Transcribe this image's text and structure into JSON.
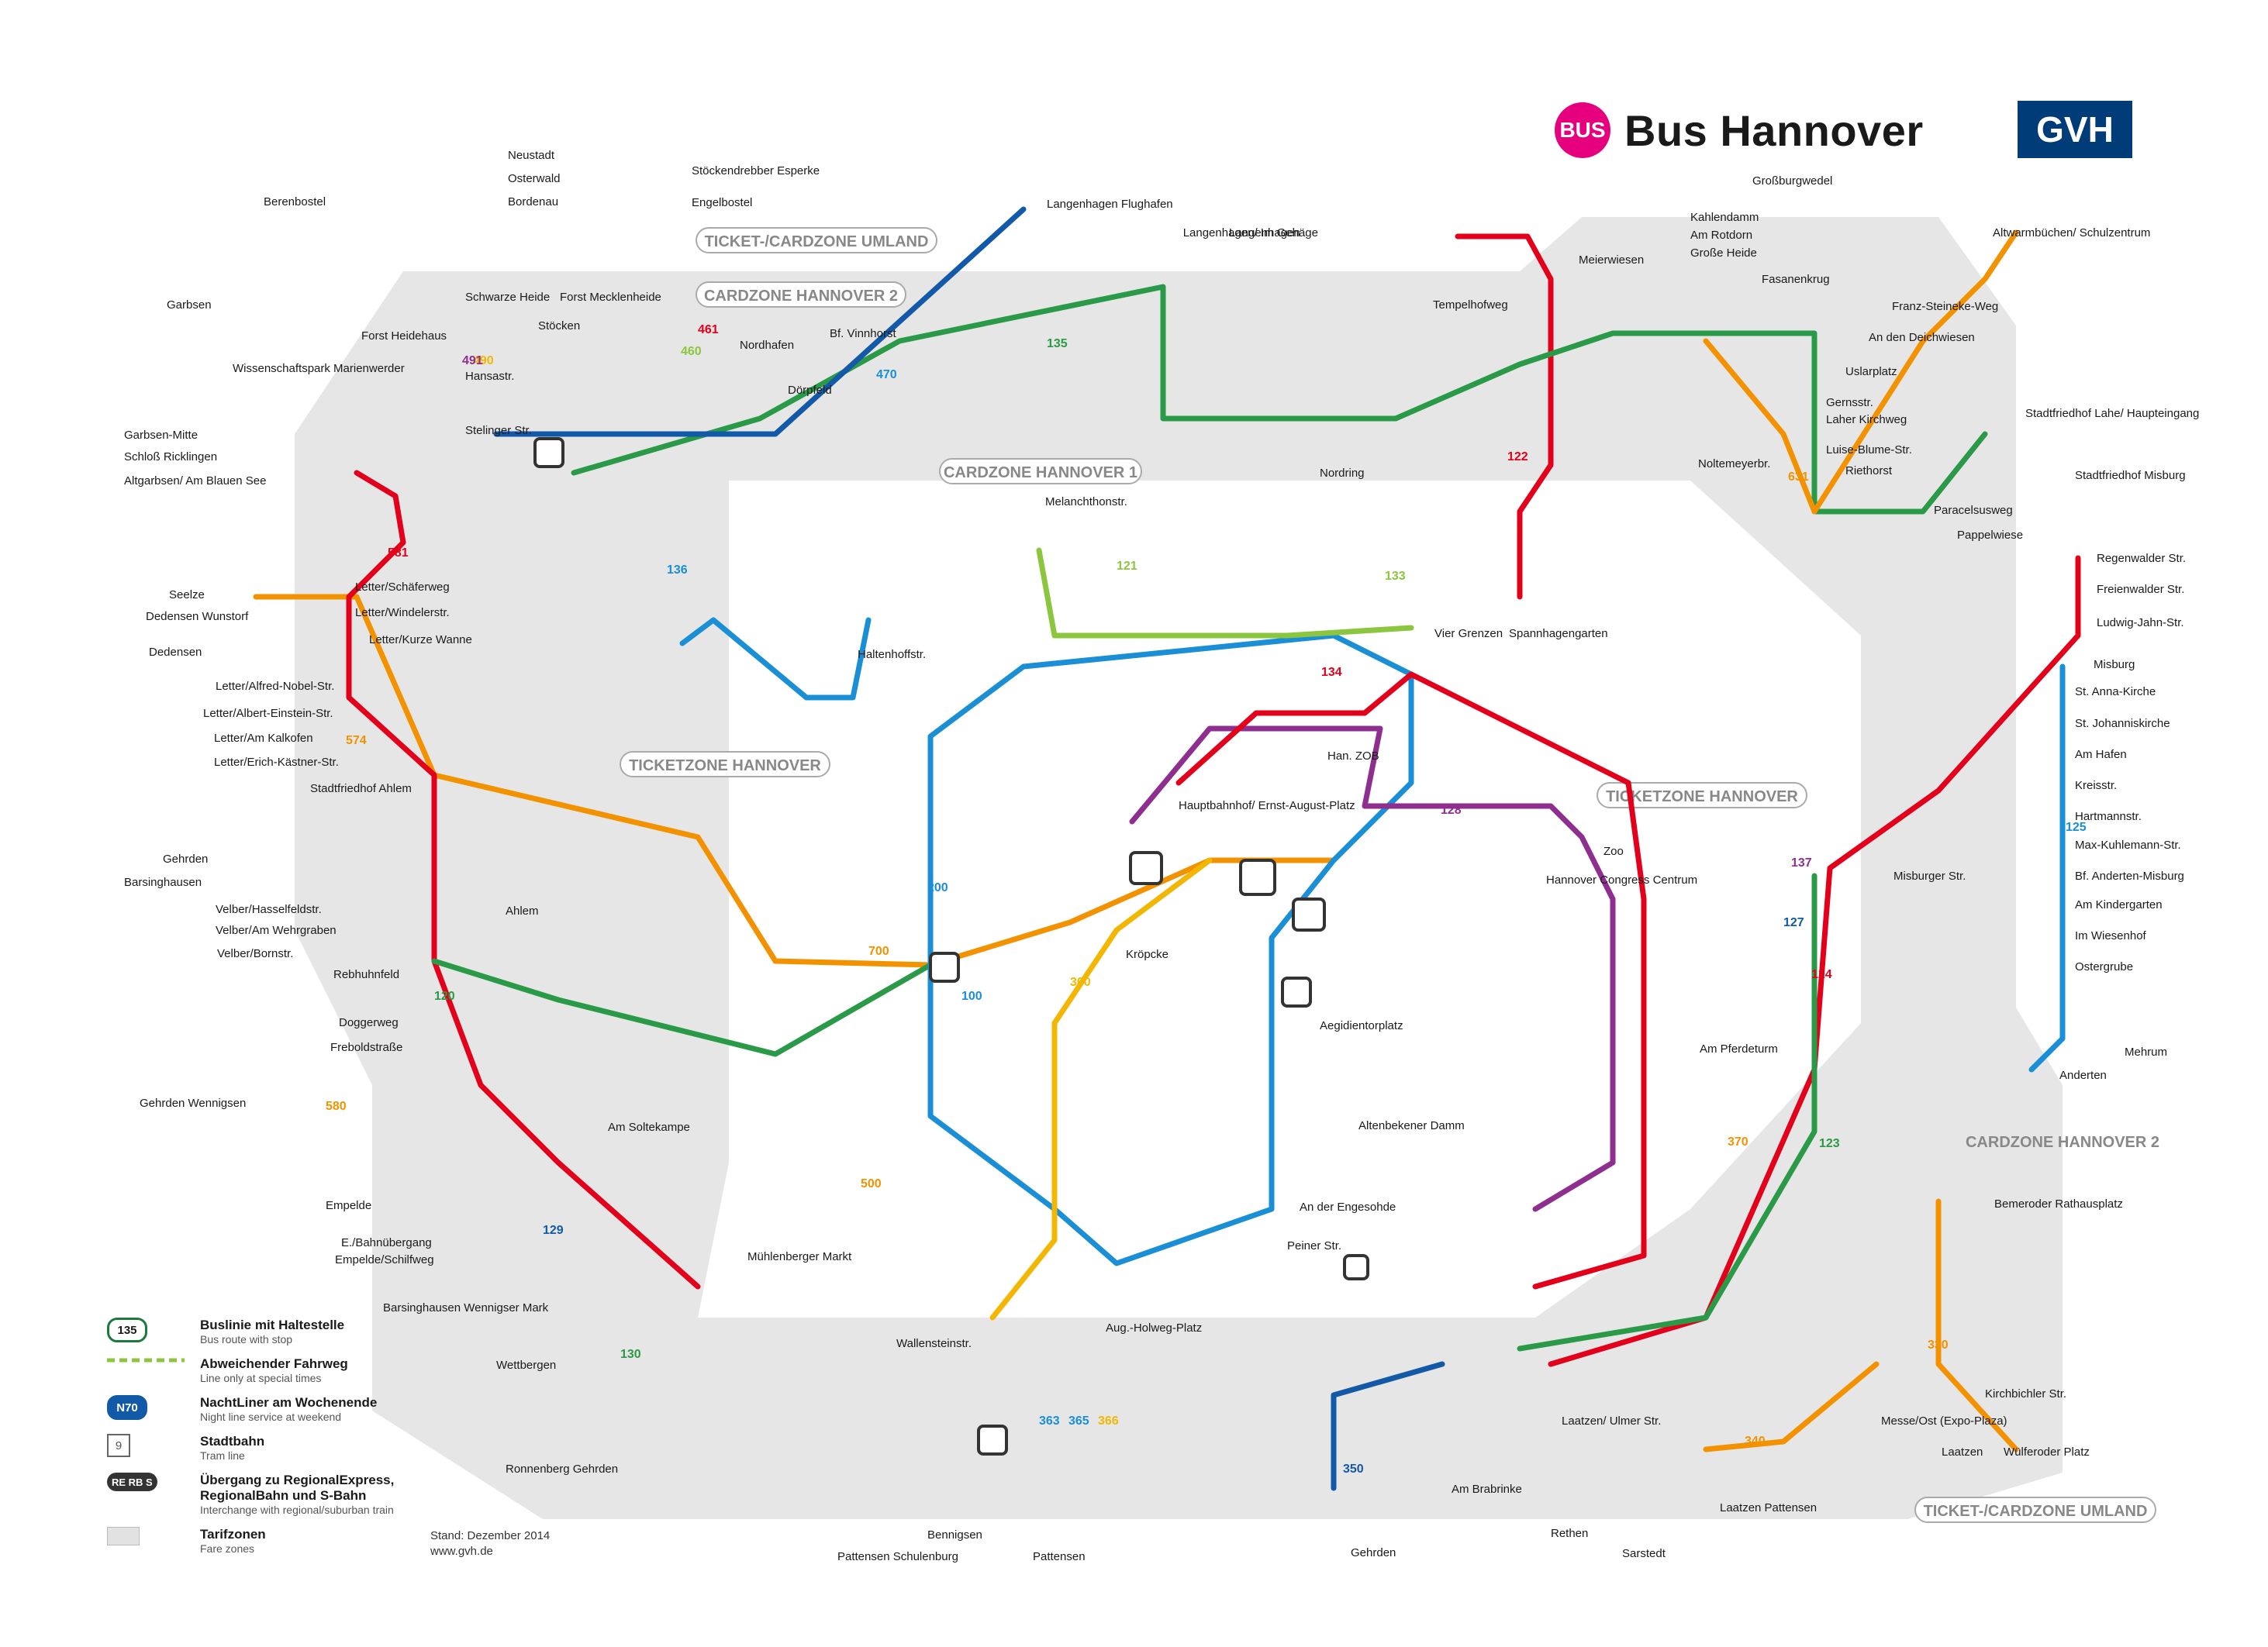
{
  "header": {
    "badge": "BUS",
    "title": "Bus Hannover",
    "logo": "GVH"
  },
  "colors": {
    "green": "#2a9a48",
    "lightgreen": "#8cc63f",
    "blue": "#1a8fd6",
    "darkblue": "#1259a8",
    "red": "#e3001b",
    "orange": "#f39200",
    "yellow": "#f2b705",
    "purple": "#8e2f8f",
    "teal": "#1aa3a3",
    "zone": "#e4e4e4",
    "grey": "#666666"
  },
  "zones": [
    {
      "label": "TICKET-/CARDZONE UMLAND"
    },
    {
      "label": "CARDZONE HANNOVER 2"
    },
    {
      "label": "CARDZONE HANNOVER 1"
    },
    {
      "label": "TICKETZONE HANNOVER"
    },
    {
      "label": "TICKETZONE HANNOVER"
    },
    {
      "label": "CARDZONE HANNOVER 2"
    },
    {
      "label": "TICKET-/CARDZONE UMLAND"
    }
  ],
  "stations": [
    {
      "name": "Neustadt"
    },
    {
      "name": "Osterwald"
    },
    {
      "name": "Bordenau"
    },
    {
      "name": "Berenbostel"
    },
    {
      "name": "Stöckendrebber Esperke"
    },
    {
      "name": "Engelbostel"
    },
    {
      "name": "Langenhagen Flughafen"
    },
    {
      "name": "Langenhagen"
    },
    {
      "name": "Langenhagen/ Im Gehäge"
    },
    {
      "name": "Großburgwedel"
    },
    {
      "name": "Kahlendamm"
    },
    {
      "name": "Am Rotdorn"
    },
    {
      "name": "Große Heide"
    },
    {
      "name": "Fasanenkrug"
    },
    {
      "name": "Altwarmbüchen/ Schulzentrum"
    },
    {
      "name": "Franz-Steineke-Weg"
    },
    {
      "name": "An den Deichwiesen"
    },
    {
      "name": "Uslarplatz"
    },
    {
      "name": "Gernsstr."
    },
    {
      "name": "Laher Kirchweg"
    },
    {
      "name": "Stadtfriedhof Lahe/ Haupteingang"
    },
    {
      "name": "Luise-Blume-Str."
    },
    {
      "name": "Riethorst"
    },
    {
      "name": "Stadtfriedhof Misburg"
    },
    {
      "name": "Paracelsusweg"
    },
    {
      "name": "Pappelwiese"
    },
    {
      "name": "Regenwalder Str."
    },
    {
      "name": "Freienwalder Str."
    },
    {
      "name": "Ludwig-Jahn-Str."
    },
    {
      "name": "Misburg"
    },
    {
      "name": "St. Anna-Kirche"
    },
    {
      "name": "St. Johanniskirche"
    },
    {
      "name": "Am Hafen"
    },
    {
      "name": "Kreisstr."
    },
    {
      "name": "Hartmannstr."
    },
    {
      "name": "Max-Kuhlemann-Str."
    },
    {
      "name": "Bf. Anderten-Misburg"
    },
    {
      "name": "Am Kindergarten"
    },
    {
      "name": "Im Wiesenhof"
    },
    {
      "name": "Ostergrube"
    },
    {
      "name": "Mehrum"
    },
    {
      "name": "Anderten"
    },
    {
      "name": "Garbsen"
    },
    {
      "name": "Wissenschaftspark Marienwerder"
    },
    {
      "name": "Garbsen-Mitte"
    },
    {
      "name": "Schloß Ricklingen"
    },
    {
      "name": "Altgarbsen/ Am Blauen See"
    },
    {
      "name": "Forst Heidehaus"
    },
    {
      "name": "Schwarze Heide"
    },
    {
      "name": "Forst Mecklenheide"
    },
    {
      "name": "Hansastr."
    },
    {
      "name": "Stöcken"
    },
    {
      "name": "Stelinger Str."
    },
    {
      "name": "Nordhafen"
    },
    {
      "name": "Bf. Vinnhorst"
    },
    {
      "name": "Dörpfeld"
    },
    {
      "name": "Seelze"
    },
    {
      "name": "Dedensen Wunstorf"
    },
    {
      "name": "Dedensen"
    },
    {
      "name": "Letter/Schäferweg"
    },
    {
      "name": "Letter/Windelerstr."
    },
    {
      "name": "Letter/Kurze Wanne"
    },
    {
      "name": "Letter/Alfred-Nobel-Str."
    },
    {
      "name": "Letter/Albert-Einstein-Str."
    },
    {
      "name": "Letter/Am Kalkofen"
    },
    {
      "name": "Letter/Erich-Kästner-Str."
    },
    {
      "name": "Stadtfriedhof Ahlem"
    },
    {
      "name": "Gehrden"
    },
    {
      "name": "Barsinghausen"
    },
    {
      "name": "Ahlem"
    },
    {
      "name": "Velber/Hasselfeldstr."
    },
    {
      "name": "Velber/Am Wehrgraben"
    },
    {
      "name": "Velber/Bornstr."
    },
    {
      "name": "Rebhuhnfeld"
    },
    {
      "name": "Doggerweg"
    },
    {
      "name": "Freboldstraße"
    },
    {
      "name": "Gehrden Wennigsen"
    },
    {
      "name": "Empelde"
    },
    {
      "name": "E./Bahnübergang"
    },
    {
      "name": "Empelde/Schilfweg"
    },
    {
      "name": "Am Soltekampe"
    },
    {
      "name": "Mühlenberger Markt"
    },
    {
      "name": "Barsinghausen Wennigser Mark"
    },
    {
      "name": "Wettbergen"
    },
    {
      "name": "Ronnenberg Gehrden"
    },
    {
      "name": "Hauptbahnhof/ Ernst-August-Platz"
    },
    {
      "name": "Han. ZOB"
    },
    {
      "name": "Kröpcke"
    },
    {
      "name": "Aegidientorplatz"
    },
    {
      "name": "Altenbekener Damm"
    },
    {
      "name": "An der Engesohde"
    },
    {
      "name": "Peiner Str."
    },
    {
      "name": "Aug.-Holweg-Platz"
    },
    {
      "name": "Wallensteinstr."
    },
    {
      "name": "Bennigsen"
    },
    {
      "name": "Pattensen Schulenburg"
    },
    {
      "name": "Pattensen"
    },
    {
      "name": "Gehrden"
    },
    {
      "name": "Am Brabrinke"
    },
    {
      "name": "Laatzen/ Ulmer Str."
    },
    {
      "name": "Laatzen Pattensen"
    },
    {
      "name": "Messe/Ost (Expo-Plaza)"
    },
    {
      "name": "Laatzen"
    },
    {
      "name": "Wülferoder Platz"
    },
    {
      "name": "Kirchbichler Str."
    },
    {
      "name": "Bemeroder Rathausplatz"
    },
    {
      "name": "Misburger Str."
    },
    {
      "name": "Am Pferdeturm"
    },
    {
      "name": "Meierwiesen"
    },
    {
      "name": "Tempelhofweg"
    },
    {
      "name": "Nordring"
    },
    {
      "name": "Vier Grenzen"
    },
    {
      "name": "Spannhagengarten"
    },
    {
      "name": "Noltemeyerbr."
    },
    {
      "name": "Melanchthonstr."
    },
    {
      "name": "Haltenhoffstr."
    },
    {
      "name": "Sarstedt"
    },
    {
      "name": "Rethen"
    },
    {
      "name": "Hannover Congress Centrum"
    },
    {
      "name": "Zoo"
    }
  ],
  "line_labels": [
    {
      "text": "135"
    },
    {
      "text": "136"
    },
    {
      "text": "121"
    },
    {
      "text": "120"
    },
    {
      "text": "200"
    },
    {
      "text": "100"
    },
    {
      "text": "300"
    },
    {
      "text": "700"
    },
    {
      "text": "581"
    },
    {
      "text": "574"
    },
    {
      "text": "500"
    },
    {
      "text": "580"
    },
    {
      "text": "129"
    },
    {
      "text": "130"
    },
    {
      "text": "128"
    },
    {
      "text": "134"
    },
    {
      "text": "124"
    },
    {
      "text": "125"
    },
    {
      "text": "123"
    },
    {
      "text": "127"
    },
    {
      "text": "137"
    },
    {
      "text": "370"
    },
    {
      "text": "330"
    },
    {
      "text": "340"
    },
    {
      "text": "350"
    },
    {
      "text": "363"
    },
    {
      "text": "365"
    },
    {
      "text": "366"
    },
    {
      "text": "460"
    },
    {
      "text": "461"
    },
    {
      "text": "470"
    },
    {
      "text": "490"
    },
    {
      "text": "491"
    },
    {
      "text": "631"
    },
    {
      "text": "122"
    },
    {
      "text": "133"
    }
  ],
  "legend": [
    {
      "pill": "135",
      "title": "Buslinie mit Haltestelle",
      "sub": "Bus route with stop"
    },
    {
      "pill": "",
      "title": "Abweichender Fahrweg",
      "sub": "Line only at special times"
    },
    {
      "pill": "N70",
      "title": "NachtLiner am Wochenende",
      "sub": "Night line service at weekend"
    },
    {
      "pill": "9",
      "title": "Stadtbahn",
      "sub": "Tram line"
    },
    {
      "pill": "RE RB S",
      "title": "Übergang zu RegionalExpress, RegionalBahn und S-Bahn",
      "sub": "Interchange with regional/suburban train"
    },
    {
      "pill": "",
      "title": "Tarifzonen",
      "sub": "Fare zones"
    }
  ],
  "footer": {
    "stand": "Stand: Dezember 2014",
    "url": "www.gvh.de"
  }
}
